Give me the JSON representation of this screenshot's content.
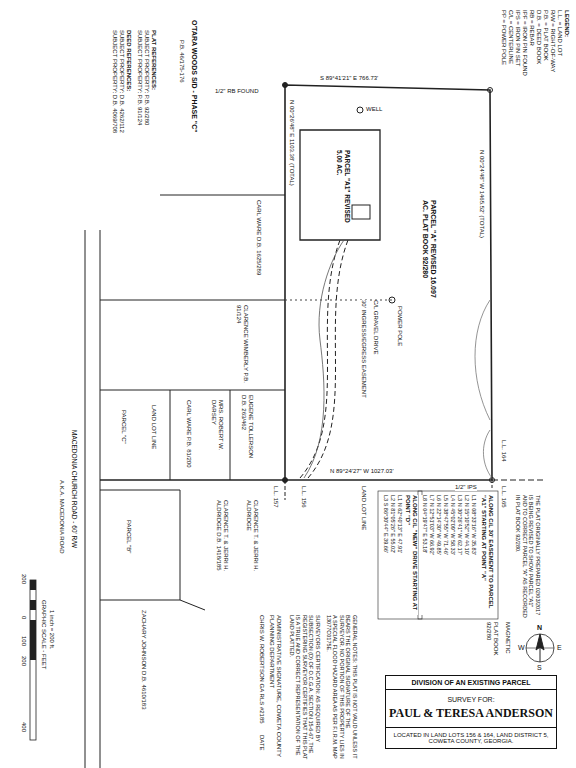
{
  "diagram": {
    "nodes": [
      {
        "text": [
          "DIVISION OF AN EXISTING PARCEL",
          "SURVEY FOR:",
          "PAUL & TERESA ANDERSON",
          "LOCATED IN LAND LOTS 156 & 164, LAND DISTRICT 5, COWETA COUNTY, GEORGIA."
        ]
      }
    ],
    "labels": [
      "LEGEND:",
      "L.L. = LAND LOT",
      "R/W = RIGHT-OF-WAY",
      "P.B. = PLAT BOOK",
      "D.B. = DEED BOOK",
      "RB = REBAR",
      "IPF = IRON PIN FOUND",
      "IPS = IRON PIN SET",
      "C/L = CENTERLINE",
      "PP = POWER POLE",
      "PLAT REFERENCES:",
      "SUBJECT PROPERTY: P.B. 92/280",
      "SUBJECT PROPERTY: P.B. 91/124",
      "DEED REFERENCES:",
      "SUBJECT PROPERTY: D.B. 4262/112",
      "SUBJECT PROPERTY: D.B. 4069/708",
      "O'TARA WOODS S/D - PHASE \"C\"",
      "P.B. 46/175-176",
      "1/2\" RB FOUND",
      "S 89°41'21\" E 766.73'",
      "WELL",
      "N 00°26'48\" E 1103.38' (TOTAL)",
      "PARCEL \"A1\" REVISED 5.00 AC.",
      "30' INGRESS/EGRESS EASEMENT",
      "C/L GRAVEL DRIVE",
      "POWER POLE",
      "PARCEL \"A\" REVISED 16.097 AC. PLAT BOOK 92/280",
      "N 00°24'48\" W 1465.52' (TOTAL)",
      "N 89°24'27\" W 1027.03'",
      "1/2\" IPS",
      "L.L. 164",
      "CARL WARE D.B. 1625/289",
      "CLARENCE WIMBERLY P.B. 91/124",
      "MRS. ROBERT W. DARSEY",
      "CARL WARE P.B. 81/200",
      "EUGENE TOLLERSON D.B. 263/462",
      "PARCEL \"C\"",
      "LAND LOT LINE",
      "MACEDONIA CHURCH ROAD - 60' R/W",
      "A.K.A. MACEDONIA ROAD",
      "PARCEL \"B\"",
      "ZACHARY JOHNSON D.B. 4610/183",
      "CLARENCE T. & JERRI H. ALDRIDGE D.B. 1418/185",
      "CLARENCE T. & JERRI H. ALDRIDGE",
      "L.L. 157",
      "L.L. 156",
      "LAND LOT LINE",
      "L.L. 165",
      "ALONG C/L 30' EASEMENT TO PARCEL \"A1\" STARTING AT POINT \"A\"",
      "L1 N 08°33'16\" W 35.83'",
      "L2 N 15°10'52\" W 44.10'",
      "L3 N 30°26'41\" W 62.17'",
      "L4 N 45°02'09\" W 58.33'",
      "L5 N 38°47'55\" W 71.46'",
      "L6 N 22°14'30\" W 49.85'",
      "L7 N 12°51'03\" W 66.92'",
      "L8 N 04°19'47\" E 53.18'",
      "ALONG C/L \"NEW\" DRIVE STARTING AT POINT \"D\"",
      "L1 N 62°40'13\" E 47.91'",
      "L2 N 81°05'26\" E 55.02'",
      "L3 S 86°30'44\" E 39.66'",
      "THE PLAT ORIGINALLY PREPARED 02/03/2017 IS BEING REVISED TO SHOW PARCEL \"A1\" AND TO CORRECT PARCEL \"A\" AS RECORDED IN PLAT BOOK 92/280.",
      "MAGNETIC",
      "PLAT BOOK 92/280",
      "N",
      "S",
      "E",
      "W",
      "CHRIS W. ROBERTSON GA RLS #2185",
      "DATE",
      "ADMINISTRATIVE SIGNATURE, COWETA COUNTY PLANNING DEPARTMENT",
      "SURVEYORS CERTIFICATION: AS REQUIRED BY SUBSECTION (D) OF O.C.G.A. SECTION 15-6-67, THE REGISTERING SURVEYOR CERTIFIES THAT THIS PLAT IS A TRUE AND CORRECT REPRESENTATION OF THE LAND PLATTED.",
      "GENERAL NOTES: THIS PLAT IS NOT VALID UNLESS IT BEARS THE ORIGINAL SIGNATURE OF THE SURVEYOR. NO PORTION OF THIS PROPERTY LIES IN A SPECIAL FLOOD HAZARD AREA AS PER F.I.R.M. MAP 13077C0175E.",
      "200",
      "0",
      "100",
      "200",
      "400",
      "GRAPHIC SCALE - FEET",
      "1 inch = 200 ft."
    ]
  }
}
